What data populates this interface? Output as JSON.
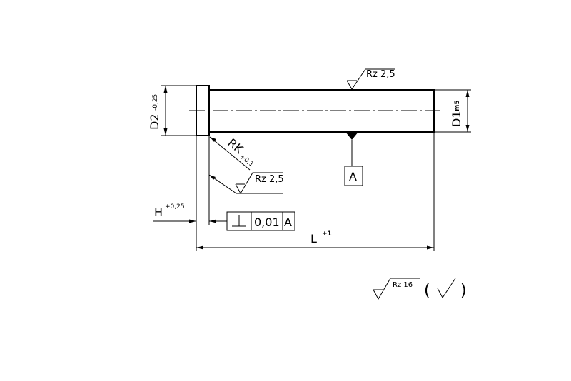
{
  "labels": {
    "diameter_head": "D2",
    "diameter_head_tol": "-0,25",
    "diameter_shaft": "D1",
    "diameter_shaft_tol": "m5",
    "radius": "RK",
    "radius_tol": "+0,1",
    "head_height": "H",
    "head_height_tol": "+0,25",
    "length": "L",
    "length_tol": "+1",
    "datum": "A"
  },
  "roughness": {
    "shaft_top": "Rz 2,5",
    "radius": "Rz 2,5",
    "general": "Rz 16"
  },
  "tolerance_frame": {
    "symbol": "perpendicularity",
    "value": "0,01",
    "datum": "A"
  },
  "colors": {
    "line": "#000000",
    "background": "#ffffff"
  }
}
